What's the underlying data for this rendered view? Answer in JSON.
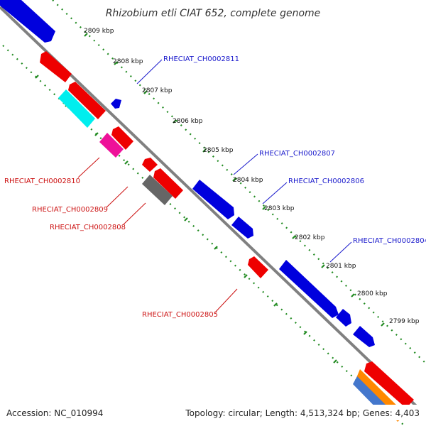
{
  "title": "Rhizobium etli CIAT 652, complete genome",
  "footer": {
    "accession": "Accession: NC_010994",
    "summary": "Topology: circular; Length: 4,513,324 bp; Genes: 4,403"
  },
  "kbp_marks": [
    {
      "label": "2809 kbp"
    },
    {
      "label": "2808 kbp"
    },
    {
      "label": "2807 kbp"
    },
    {
      "label": "2806 kbp"
    },
    {
      "label": "2805 kbp"
    },
    {
      "label": "2804 kbp"
    },
    {
      "label": "2803 kbp"
    },
    {
      "label": "2802 kbp"
    },
    {
      "label": "2801 kbp"
    },
    {
      "label": "2800 kbp"
    },
    {
      "label": "2799 kbp"
    }
  ],
  "gene_labels": [
    {
      "text": "RHECIAT_CH0002811",
      "strand": "forward"
    },
    {
      "text": "RHECIAT_CH0002807",
      "strand": "forward"
    },
    {
      "text": "RHECIAT_CH0002806",
      "strand": "forward"
    },
    {
      "text": "RHECIAT_CH0002804",
      "strand": "forward"
    },
    {
      "text": "RHECIAT_CH0002810",
      "strand": "reverse"
    },
    {
      "text": "RHECIAT_CH0002809",
      "strand": "reverse"
    },
    {
      "text": "RHECIAT_CH0002808",
      "strand": "reverse"
    },
    {
      "text": "RHECIAT_CH0002805",
      "strand": "reverse"
    }
  ],
  "colors": {
    "forward_label": "#1a1acc",
    "reverse_label": "#cc1111",
    "backbone": "#808080",
    "tick_dots": "#228b22"
  }
}
